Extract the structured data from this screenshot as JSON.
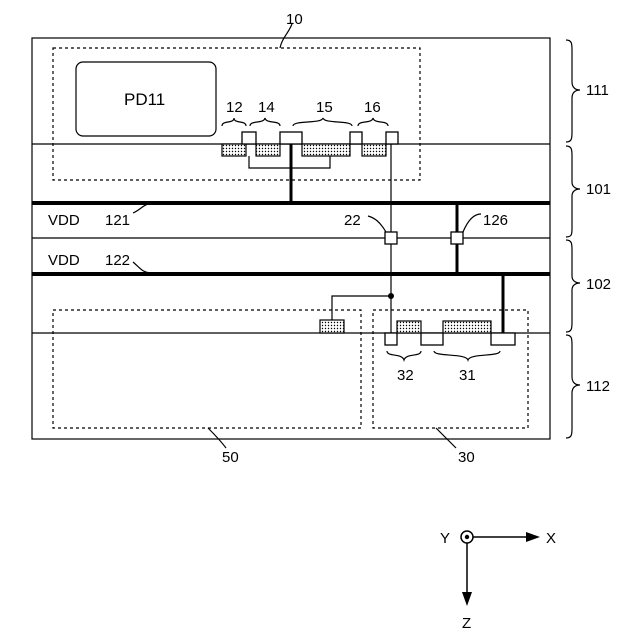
{
  "labels": {
    "pixel_unit": "10",
    "photodiode": "PD11",
    "elem_12": "12",
    "elem_14": "14",
    "elem_15": "15",
    "elem_16": "16",
    "vdd_1": "VDD",
    "line_121": "121",
    "vdd_2": "VDD",
    "line_122": "122",
    "via_22": "22",
    "via_126": "126",
    "elem_32": "32",
    "elem_31": "31",
    "region_50": "50",
    "region_30": "30",
    "layer_111": "111",
    "layer_101": "101",
    "layer_102": "102",
    "layer_112": "112"
  },
  "axes": {
    "y": "Y",
    "x": "X",
    "z": "Z"
  }
}
